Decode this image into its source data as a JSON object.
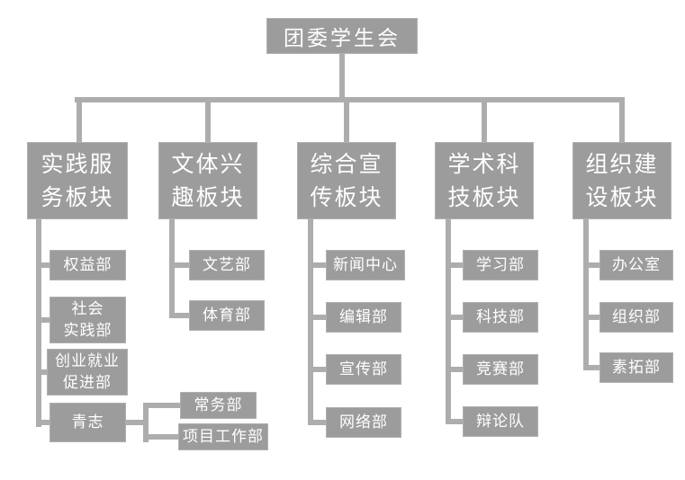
{
  "style": {
    "box_color": "#9c9c9c",
    "line_color": "#adadad",
    "text_color": "#ffffff",
    "background": "#ffffff"
  },
  "org": {
    "root": {
      "label": "团委学生会"
    },
    "branches": [
      {
        "label": "实践服\n务板块",
        "children": [
          {
            "label": "权益部"
          },
          {
            "label": "社会\n实践部"
          },
          {
            "label": "创业就业\n促进部"
          },
          {
            "label": "青志",
            "children": [
              {
                "label": "常务部"
              },
              {
                "label": "项目工作部"
              }
            ]
          }
        ]
      },
      {
        "label": "文体兴\n趣板块",
        "children": [
          {
            "label": "文艺部"
          },
          {
            "label": "体育部"
          }
        ]
      },
      {
        "label": "综合宣\n传板块",
        "children": [
          {
            "label": "新闻中心"
          },
          {
            "label": "编辑部"
          },
          {
            "label": "宣传部"
          },
          {
            "label": "网络部"
          }
        ]
      },
      {
        "label": "学术科\n技板块",
        "children": [
          {
            "label": "学习部"
          },
          {
            "label": "科技部"
          },
          {
            "label": "竞赛部"
          },
          {
            "label": "辩论队"
          }
        ]
      },
      {
        "label": "组织建\n设板块",
        "children": [
          {
            "label": "办公室"
          },
          {
            "label": "组织部"
          },
          {
            "label": "素拓部"
          }
        ]
      }
    ]
  }
}
